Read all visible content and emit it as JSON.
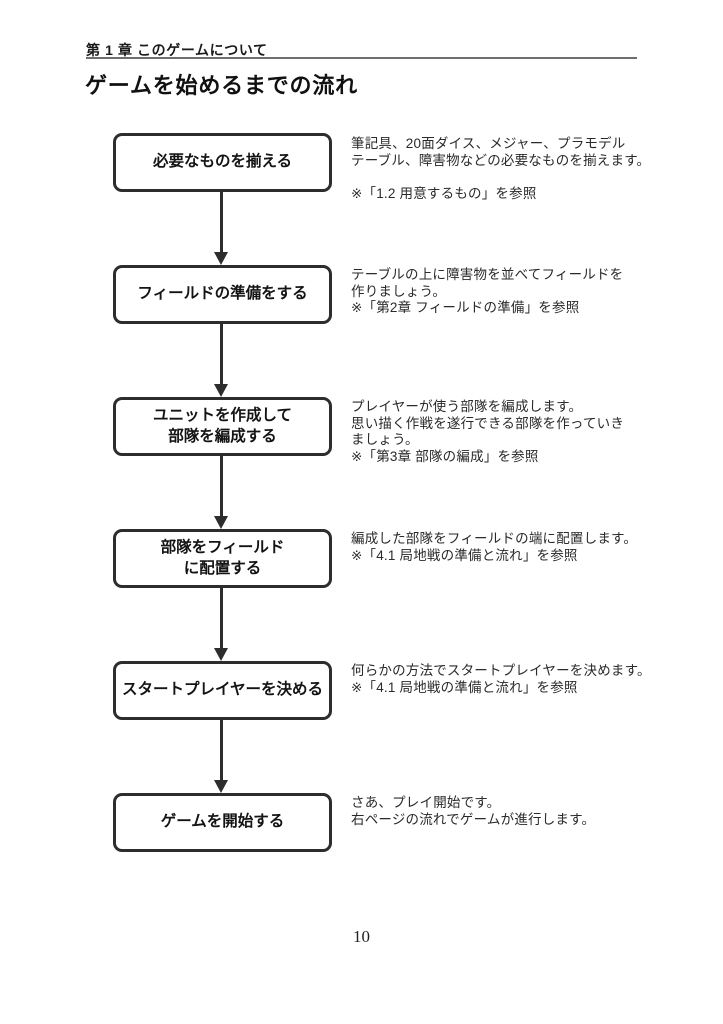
{
  "page": {
    "chapter_header": "第 1 章 このゲームについて",
    "title": "ゲームを始めるまでの流れ",
    "page_number": "10"
  },
  "flow": {
    "steps": [
      {
        "box_label": "必要なものを揃える",
        "description": "筆記具、20面ダイス、メジャー、プラモデル\nテーブル、障害物などの必要なものを揃えます。\n\n※「1.2 用意するもの」を参照"
      },
      {
        "box_label": "フィールドの準備をする",
        "description": "テーブルの上に障害物を並べてフィールドを\n作りましょう。\n※「第2章 フィールドの準備」を参照"
      },
      {
        "box_label": "ユニットを作成して\n部隊を編成する",
        "description": "プレイヤーが使う部隊を編成します。\n思い描く作戦を遂行できる部隊を作っていき\nましょう。\n※「第3章 部隊の編成」を参照"
      },
      {
        "box_label": "部隊をフィールド\nに配置する",
        "description": "編成した部隊をフィールドの端に配置します。\n※「4.1 局地戦の準備と流れ」を参照"
      },
      {
        "box_label": "スタートプレイヤーを決める",
        "description": "何らかの方法でスタートプレイヤーを決めます。\n※「4.1 局地戦の準備と流れ」を参照"
      },
      {
        "box_label": "ゲームを開始する",
        "description": "さあ、プレイ開始です。\n右ページの流れでゲームが進行します。"
      }
    ]
  },
  "colors": {
    "background": "#ffffff",
    "box_border": "#2d2d2d",
    "arrow": "#2d2d2d",
    "text": "#1c1c1c",
    "header_rule": "#6e6e6e"
  }
}
